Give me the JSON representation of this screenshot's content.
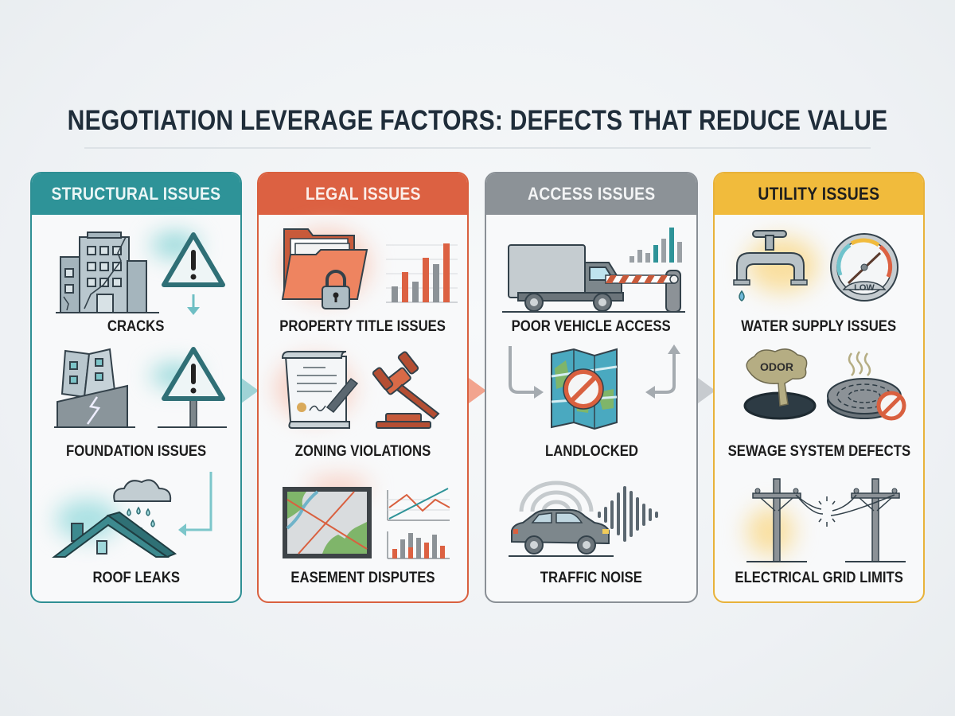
{
  "title": "NEGOTIATION LEVERAGE FACTORS: DEFECTS THAT REDUCE VALUE",
  "colors": {
    "structural": "#2e9398",
    "legal": "#dc6142",
    "access": "#8c9297",
    "utility": "#f1bb3c",
    "title_text": "#1f2d3a"
  },
  "panels": [
    {
      "header": "STRUCTURAL ISSUES",
      "items": [
        {
          "label": "CRACKS",
          "icons": [
            "cracked-building-icon",
            "warning-triangle-icon"
          ]
        },
        {
          "label": "FOUNDATION ISSUES",
          "icons": [
            "sinking-building-icon",
            "warning-sign-icon"
          ]
        },
        {
          "label": "ROOF LEAKS",
          "icons": [
            "rain-cloud-icon",
            "leaking-roof-icon"
          ]
        }
      ]
    },
    {
      "header": "LEGAL ISSUES",
      "items": [
        {
          "label": "PROPERTY TITLE ISSUES",
          "icons": [
            "locked-folder-icon",
            "bar-chart-icon"
          ]
        },
        {
          "label": "ZONING VIOLATIONS",
          "icons": [
            "signed-document-icon",
            "gavel-icon"
          ]
        },
        {
          "label": "EASEMENT DISPUTES",
          "icons": [
            "map-icon",
            "line-chart-icon",
            "bar-chart-icon"
          ]
        }
      ]
    },
    {
      "header": "ACCESS ISSUES",
      "items": [
        {
          "label": "POOR VEHICLE ACCESS",
          "icons": [
            "truck-icon",
            "barrier-gate-icon",
            "signal-bars-icon"
          ]
        },
        {
          "label": "LANDLOCKED",
          "icons": [
            "map-no-entry-icon",
            "detour-arrow-icon"
          ]
        },
        {
          "label": "TRAFFIC NOISE",
          "icons": [
            "car-icon",
            "sound-wave-icon"
          ]
        }
      ]
    },
    {
      "header": "UTILITY ISSUES",
      "items": [
        {
          "label": "WATER SUPPLY ISSUES",
          "icons": [
            "faucet-icon",
            "pressure-gauge-icon"
          ],
          "gauge_text": "LOW"
        },
        {
          "label": "SEWAGE SYSTEM DEFECTS",
          "icons": [
            "manhole-odor-icon",
            "manhole-cover-no-icon"
          ],
          "odor_text": "ODOR"
        },
        {
          "label": "ELECTRICAL GRID LIMITS",
          "icons": [
            "power-pole-icon",
            "broken-wire-icon"
          ]
        }
      ]
    }
  ]
}
